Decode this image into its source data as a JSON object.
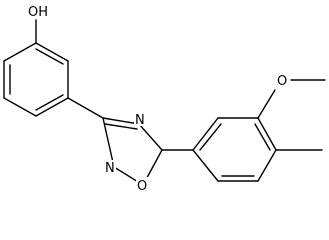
{
  "molecule": {
    "labels": {
      "hydroxyl": "OH",
      "ring_nitrogen_top": "N",
      "ring_nitrogen_bottom": "N",
      "ring_oxygen": "O",
      "methoxy_oxygen": "O"
    },
    "colors": {
      "bond": "#000000",
      "text": "#000000",
      "background": "#ffffff"
    }
  }
}
